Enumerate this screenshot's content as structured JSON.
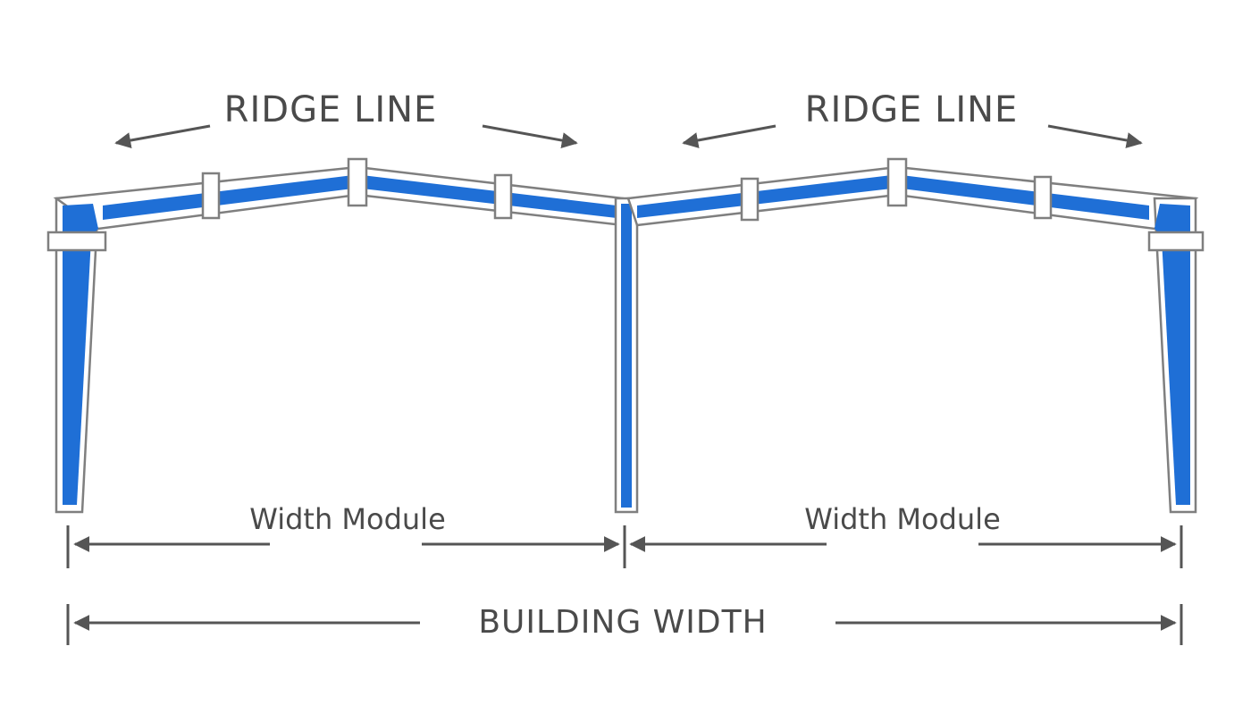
{
  "labels": {
    "ridge_left": "RIDGE LINE",
    "ridge_right": "RIDGE LINE",
    "module_left": "Width Module",
    "module_right": "Width Module",
    "building_width": "BUILDING WIDTH"
  },
  "colors": {
    "frame_blue": "#1f6fd6",
    "outline_gray": "#7f7f7f",
    "text_gray": "#4a4a4a",
    "dimension_gray": "#555555"
  }
}
